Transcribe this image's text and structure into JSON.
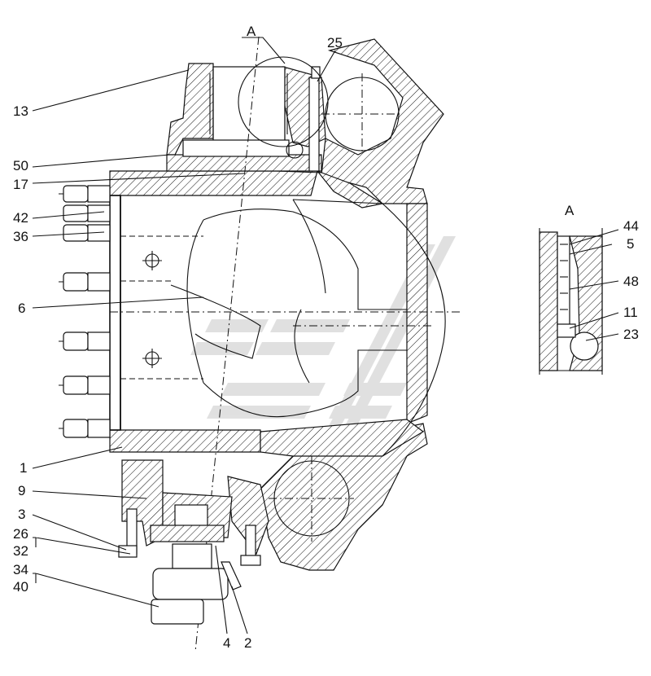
{
  "view_label": "A",
  "detail_label": "A",
  "callouts": {
    "p25": "25",
    "p13": "13",
    "p50": "50",
    "p17": "17",
    "p42": "42",
    "p36": "36",
    "p6": "6",
    "p1": "1",
    "p9": "9",
    "p3": "3",
    "p26": "26",
    "p32": "32",
    "p34": "34",
    "p40": "40",
    "p4": "4",
    "p2": "2",
    "p44": "44",
    "p5": "5",
    "p48": "48",
    "p11": "11",
    "p23": "23"
  },
  "colors": {
    "line": "#111111",
    "watermark": "#bfbfbf",
    "background": "#ffffff"
  }
}
